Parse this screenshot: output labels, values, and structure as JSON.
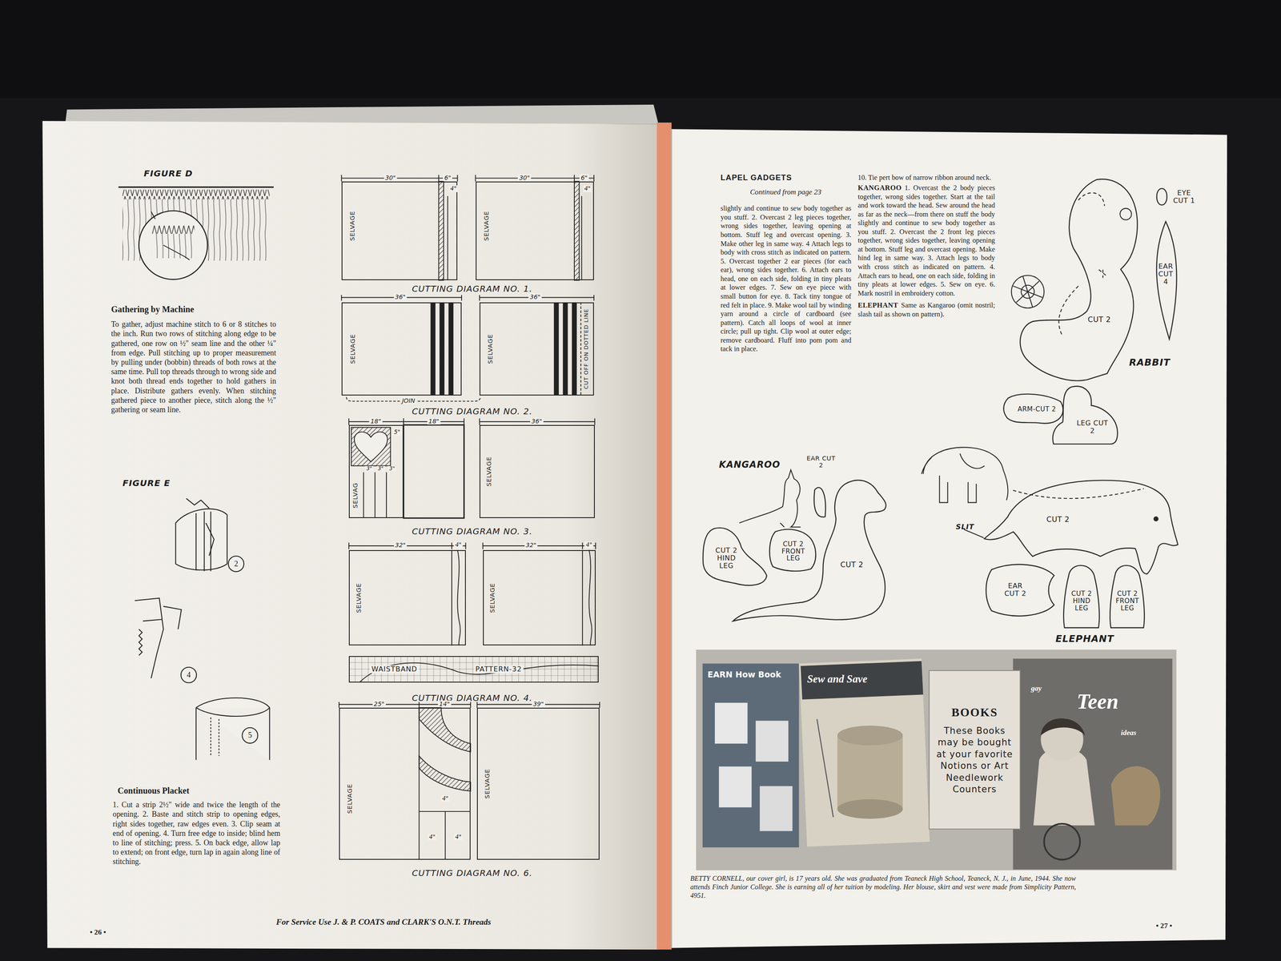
{
  "diagram": {
    "nodes": [
      {
        "text": [
          "SELVAGE"
        ]
      },
      {
        "text": [
          "SELVAGE"
        ]
      },
      {
        "text": [
          "SELVAGE"
        ]
      },
      {
        "text": [
          "SELVAGE",
          "CUT OFF ON DOTTED LINE"
        ]
      },
      {
        "text": [
          "SELVAG"
        ]
      },
      {
        "text": [
          "SELVAGE"
        ]
      },
      {
        "text": [
          "SELVAGE"
        ]
      },
      {
        "text": [
          "SELVAGE"
        ]
      },
      {
        "text": [
          "WAISTBAND",
          "PATTERN-32"
        ]
      },
      {
        "text": [
          "SELVAGE"
        ]
      },
      {
        "text": [
          "SELVAGE"
        ]
      },
      {
        "text": [
          "CUT 2"
        ]
      },
      {
        "text": [
          "EYE CUT 1"
        ]
      },
      {
        "text": [
          "EAR CUT 4"
        ]
      },
      {
        "text": [
          "ARM-CUT 2"
        ]
      },
      {
        "text": [
          "LEG CUT 2"
        ]
      },
      {
        "text": [
          "EAR CUT 2"
        ]
      },
      {
        "text": [
          "CUT 2"
        ]
      },
      {
        "text": [
          "CUT 2 HIND LEG"
        ]
      },
      {
        "text": [
          "CUT 2 FRONT LEG"
        ]
      },
      {
        "text": [
          "CUT 2"
        ]
      },
      {
        "text": [
          "EAR CUT 2"
        ]
      },
      {
        "text": [
          "CUT 2 HIND LEG"
        ]
      },
      {
        "text": [
          "CUT 2 FRONT LEG"
        ]
      },
      {
        "text": [
          "BOOKS",
          "These Books may be bought at your favorite Notions or Art Needlework Counters"
        ]
      }
    ],
    "labels": [
      "FIGURE D",
      "Gathering by Machine",
      "To gather, adjust machine stitch to 6 or 8 stitches to the inch. Run two rows of stitching along edge to be gathered, one row on ½\" seam line and the other ¼\" from edge. Pull stitching up to proper measurement by pulling under (bobbin) threads of both rows at the same time. Pull top threads through to wrong side and knot both thread ends together to hold gathers in place. Distribute gathers evenly. When stitching gathered piece to another piece, stitch along the ½\" gathering or seam line.",
      "FIGURE E",
      "2",
      "4",
      "5",
      "Continuous Placket",
      "1. Cut a strip 2½\" wide and twice the length of the opening. 2. Baste and stitch strip to opening edges, right sides together, raw edges even. 3. Clip seam at end of opening. 4. Turn free edge to inside; blind hem to line of stitching; press. 5. On back edge, allow lap to extend; on front edge, turn lap in again along line of stitching.",
      "For Service Use J. & P. COATS and CLARK'S O.N.T. Threads",
      "• 26 •",
      "CUTTING DIAGRAM NO. 1.",
      "CUTTING DIAGRAM NO. 2.",
      "CUTTING DIAGRAM NO. 3.",
      "CUTTING DIAGRAM NO. 4.",
      "CUTTING DIAGRAM NO. 6.",
      "30\"",
      "6\"",
      "4\"",
      "30\"",
      "6\"",
      "4\"",
      "36\"",
      "36\"",
      "JOIN",
      "18\"",
      "5\"",
      "3\"",
      "3\"",
      "3\"",
      "18\"",
      "36\"",
      "32\"",
      "4\"",
      "32\"",
      "4\"",
      "25\"",
      "14\"",
      "4\"",
      "4\"",
      "4\"",
      "39\"",
      "LAPEL GADGETS",
      "Continued from page 23",
      "slightly and continue to sew body together as you stuff. 2. Overcast 2 leg pieces together, wrong sides together, leaving opening at bottom. Stuff leg and overcast opening. 3. Make other leg in same way. 4 Attach legs to body with cross stitch as indicated on pattern. 5. Overcast together 2 ear pieces (for each ear), wrong sides together. 6. Attach ears to head, one on each side, folding in tiny pleats at lower edges. 7. Sew on eye piece with small button for eye. 8. Tack tiny tongue of red felt in place. 9. Make wool tail by winding yarn around a circle of cardboard (see pattern). Catch all loops of wool at inner circle; pull up tight. Clip wool at outer edge; remove cardboard. Fluff into pom pom and tack in place.",
      "10. Tie pert bow of narrow ribbon around neck.",
      "KANGAROO",
      "1. Overcast the 2 body pieces together, wrong sides together. Start at the tail and work toward the head. Sew around the head as far as the neck—from there on stuff the body slightly and continue to sew body together as you stuff. 2. Overcast the 2 front leg pieces together, wrong sides together, leaving opening at bottom. Stuff leg and overcast opening. Make hind leg in same way. 3. Attach legs to body with cross stitch as indicated on pattern. 4. Attach ears to head, one on each side, folding in tiny pleats at lower edges. 5. Sew on eye. 6. Mark nostril in embroidery cotton.",
      "ELEPHANT",
      "Same as Kangaroo (omit nostril; slash tail as shown on pattern).",
      "RABBIT",
      "KANGAROO",
      "SLIT",
      "ELEPHANT",
      "EARN How Book",
      "Sew and Save",
      "gay",
      "Teen",
      "ideas",
      "BETTY CORNELL, our cover girl, is 17 years old. She was graduated from Teaneck High School, Teaneck, N. J., in June, 1944. She now attends Finch Junior College. She is earning all of her tuition by modeling. Her blouse, skirt and vest were made from Simplicity Pattern, 4951.",
      "• 27 •"
    ]
  }
}
